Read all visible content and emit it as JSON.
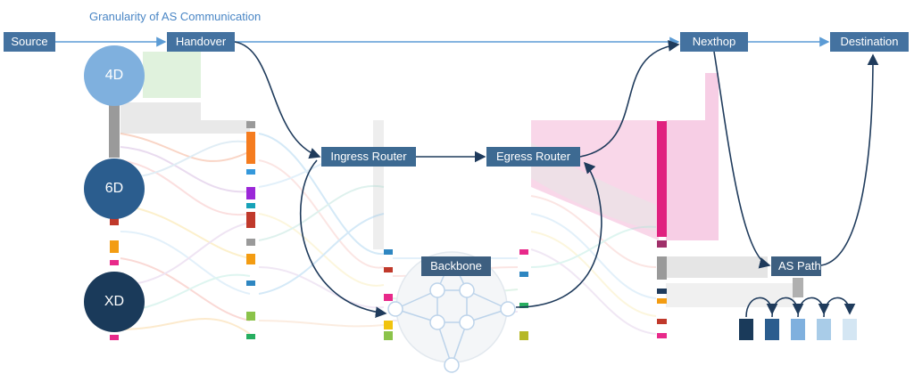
{
  "title": "Granularity of AS Communication",
  "nodes": {
    "source": "Source",
    "handover": "Handover",
    "nexthop": "Nexthop",
    "destination": "Destination",
    "ingress": "Ingress Router",
    "egress": "Egress Router",
    "backbone": "Backbone",
    "aspath": "AS Path"
  },
  "levels": [
    "4D",
    "6D",
    "XD"
  ],
  "colors": {
    "label_bg": "#4472a0",
    "label_bg_dark": "#3d5f80",
    "circle_4d": "#7fb0de",
    "circle_6d": "#2b5d8e",
    "circle_xd": "#1a3a5a",
    "pink": "#f3b8d8",
    "magenta": "#e8298a",
    "gray": "#9a9a9a",
    "green": "#cfe8c8"
  },
  "icon": "as-path-sequence-icon"
}
